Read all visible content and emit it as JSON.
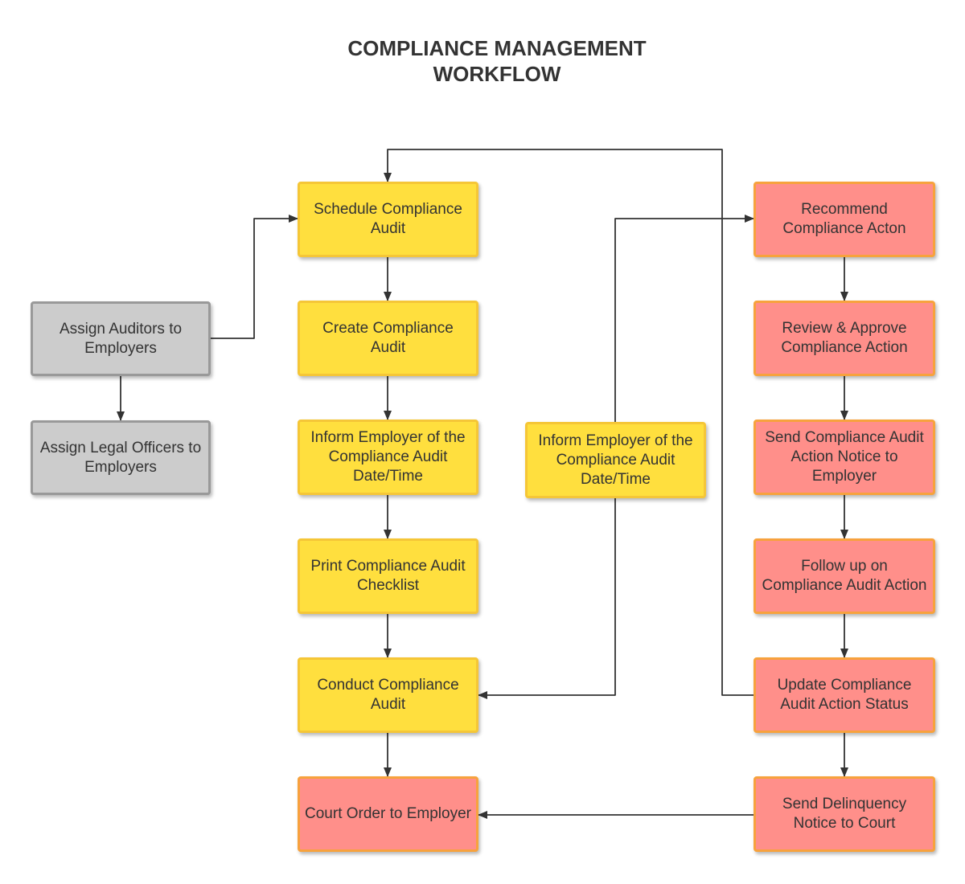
{
  "title": {
    "line1": "COMPLIANCE MANAGEMENT",
    "line2": "WORKFLOW"
  },
  "colors": {
    "gray_fill": "#cccccc",
    "yellow_fill": "#ffdf3e",
    "red_fill": "#ff8f8a",
    "connector": "#333333"
  },
  "nodes": {
    "assign_auditors": "Assign Auditors to Employers",
    "assign_legal": "Assign Legal Officers to Employers",
    "schedule_audit": "Schedule Compliance Audit",
    "create_audit": "Create Compliance Audit",
    "inform_employer_1": "Inform Employer of the Compliance Audit Date/Time",
    "print_checklist": "Print Compliance Audit Checklist",
    "conduct_audit": "Conduct Compliance Audit",
    "court_order": "Court Order to Employer",
    "inform_employer_2": "Inform Employer of the Compliance Audit Date/Time",
    "recommend_action": "Recommend Compliance Acton",
    "review_approve": "Review & Approve Compliance Action",
    "send_notice": "Send Compliance Audit Action Notice to Employer",
    "follow_up": "Follow up on Compliance Audit Action",
    "update_status": "Update Compliance Audit Action Status",
    "send_delinquency": "Send Delinquency Notice to Court"
  }
}
